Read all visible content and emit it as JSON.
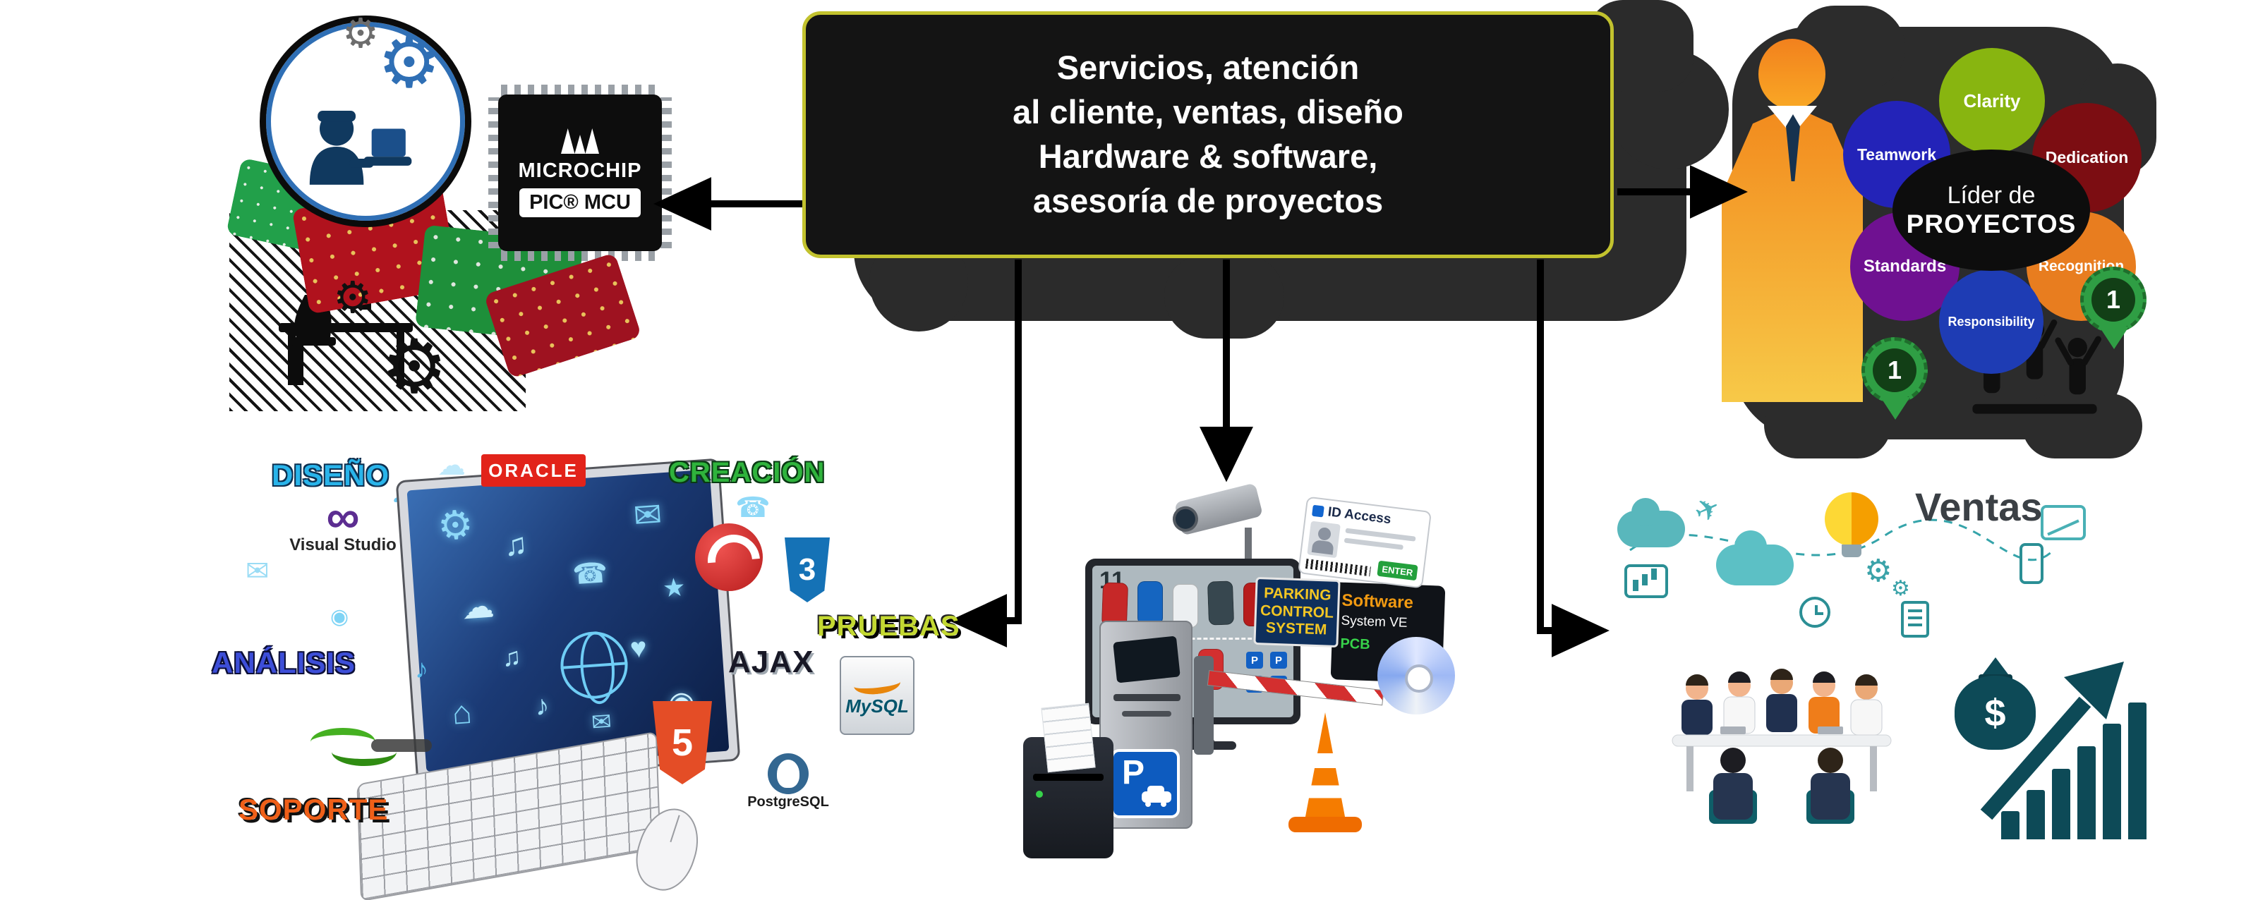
{
  "central": {
    "lines": [
      "Servicios, atención",
      "al cliente, ventas, diseño",
      "Hardware & software,",
      "asesoría de proyectos"
    ]
  },
  "hardware": {
    "brand": "MICROCHIP",
    "model": "PIC® MCU"
  },
  "leader": {
    "title_top": "Líder de",
    "title_bottom": "PROYECTOS",
    "bubbles": [
      {
        "label": "Teamwork",
        "color": "#2323b8"
      },
      {
        "label": "Clarity",
        "color": "#88b510"
      },
      {
        "label": "Dedication",
        "color": "#7c0d12"
      },
      {
        "label": "Standards",
        "color": "#6f1191"
      },
      {
        "label": "Recognition",
        "color": "#e87d1f"
      },
      {
        "label": "Responsibility",
        "color": "#1e3cb4"
      }
    ],
    "award_number": "1"
  },
  "software": {
    "labels": {
      "diseno": {
        "text": "DISEÑO",
        "color": "#29b4ea"
      },
      "creacion": {
        "text": "CREACIÓN",
        "color": "#2fb33c"
      },
      "pruebas": {
        "text": "PRUEBAS",
        "color": "#c3d832"
      },
      "analisis": {
        "text": "ANÁLISIS",
        "color": "#3d4ed8"
      },
      "soporte": {
        "text": "SOPORTE",
        "color": "#ef5f18"
      },
      "ajax": {
        "text": "AJAX",
        "color": "#181826"
      }
    },
    "logos": {
      "oracle": "ORACLE",
      "visual_studio": "Visual Studio",
      "css3_number": "3",
      "html5_number": "5",
      "mysql": "MySQL",
      "postgresql": "PostgreSQL"
    }
  },
  "parking": {
    "sign": [
      "PARKING",
      "CONTROL",
      "SYSTEM"
    ],
    "id_card_title": "ID Access",
    "enter_label": "ENTER",
    "software_name": "Software",
    "software_version": "System VE",
    "pcb_label": "PCB",
    "p_symbol": "P",
    "screen_number": "11"
  },
  "ventas": {
    "title": "Ventas",
    "dollar": "$"
  },
  "icons": {
    "gear": "⚙",
    "music": "♫",
    "note": "♪",
    "mail": "✉",
    "phone": "☎",
    "cloud": "☁",
    "home": "⌂",
    "star": "★",
    "heart": "♥",
    "target": "◉",
    "infinity": "∞",
    "plane": "✈"
  },
  "colors": {
    "arrow": "#000000",
    "box_border": "#c2c22e",
    "box_bg": "#141414",
    "blob": "#2b2b2b",
    "teal_accent": "#2b9aa0",
    "sales_dark": "#0d4a57"
  }
}
